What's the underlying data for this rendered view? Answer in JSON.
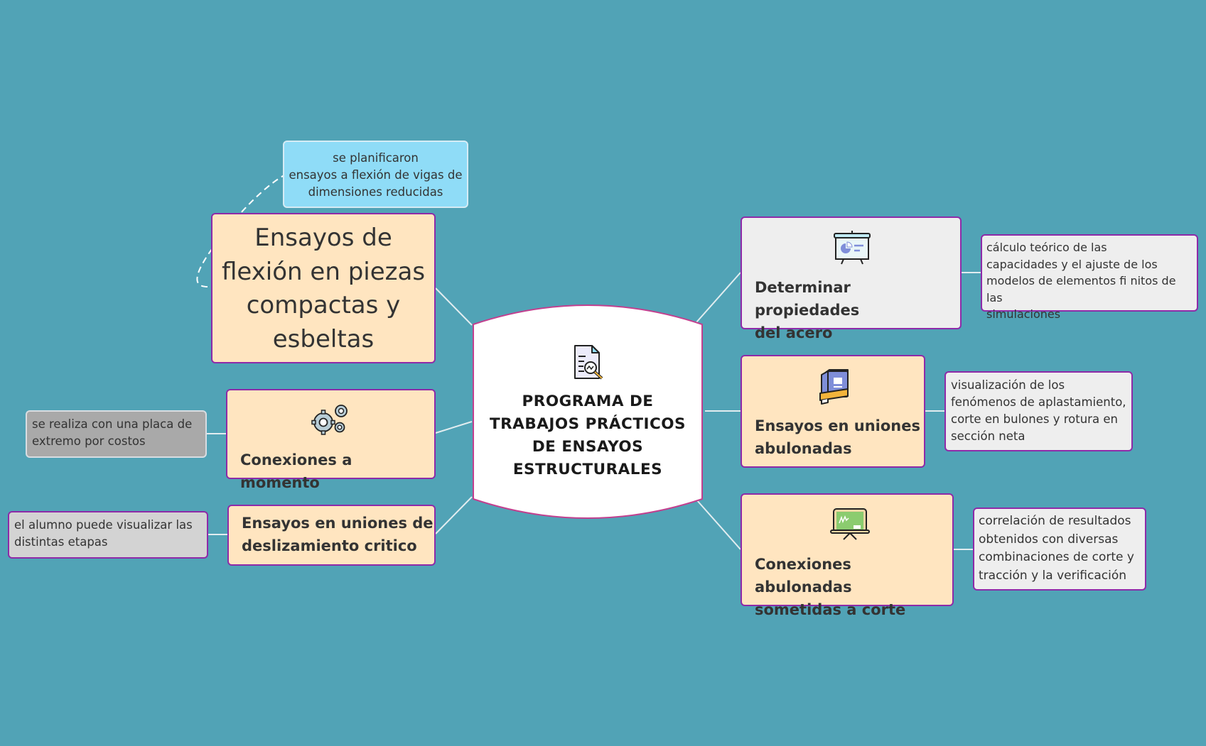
{
  "central_topic": {
    "lines": [
      "PROGRAMA DE",
      "TRABAJOS PRÁCTICOS",
      "DE ENSAYOS",
      "ESTRUCTURALES"
    ],
    "icon": "document-search-icon"
  },
  "left_topics": [
    {
      "label_lines": [
        "Ensayos de",
        "flexión en piezas",
        "compactas y",
        "esbeltas"
      ],
      "callout": {
        "lines": [
          "se planificaron",
          "ensayos a flexión de vigas de",
          "dimensiones reducidas"
        ]
      }
    },
    {
      "label": "Conexiones a momento",
      "icon": "gears-icon",
      "note": {
        "lines": [
          "se realiza con una placa de",
          "extremo por costos"
        ]
      }
    },
    {
      "label_lines": [
        "Ensayos en uniones de",
        "deslizamiento critico"
      ],
      "note": {
        "lines": [
          "el alumno puede visualizar las",
          "distintas etapas"
        ]
      }
    }
  ],
  "right_topics": [
    {
      "label_lines": [
        "Determinar propiedades",
        "del acero"
      ],
      "icon": "presentation-chart-icon",
      "note": {
        "lines": [
          "cálculo teórico de las",
          "capacidades y el ajuste de los",
          "modelos de elementos fi nitos de las",
          "simulaciones"
        ]
      }
    },
    {
      "label_lines": [
        "Ensayos en uniones",
        "abulonadas"
      ],
      "icon": "book-icon",
      "note": {
        "lines": [
          "visualización de los",
          "fenómenos de aplastamiento,",
          "corte en bulones y rotura en",
          "sección neta"
        ]
      }
    },
    {
      "label_lines": [
        "Conexiones abulonadas",
        "sometidas a corte"
      ],
      "icon": "chalkboard-icon",
      "note": {
        "lines": [
          "correlación de resultados",
          "obtenidos con diversas",
          "combinaciones de corte y",
          "tracción y la verificación"
        ]
      }
    }
  ],
  "colors": {
    "background": "#51a3b6",
    "topic_fill": "#ffe5c0",
    "topic_gray_fill": "#eeeeee",
    "topic_border": "#8e2aa8",
    "central_border": "#c2408f",
    "callout_fill": "#8fdcf7",
    "connector": "#e2edf0"
  }
}
